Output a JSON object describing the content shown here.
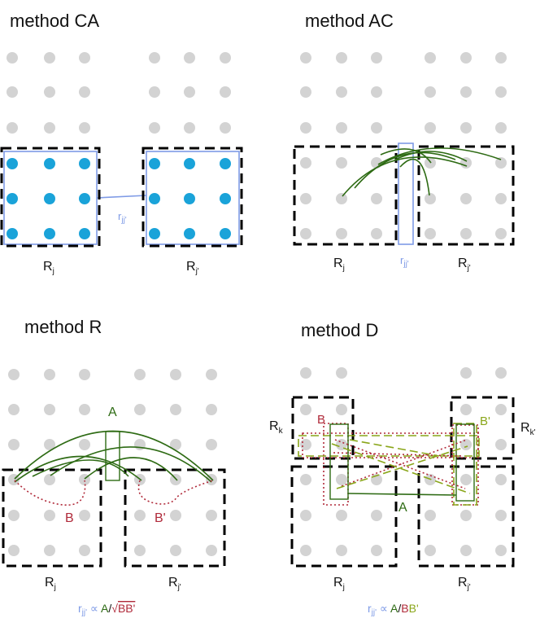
{
  "panels": {
    "ca": {
      "title": "method CA",
      "r_j": "R",
      "r_j_sub": "j",
      "r_jp": "R",
      "r_jp_sub": "j'",
      "link": "r",
      "link_sub": "jj'"
    },
    "ac": {
      "title": "method AC",
      "r_j": "R",
      "r_j_sub": "j",
      "r_jp": "R",
      "r_jp_sub": "j'",
      "link": "r",
      "link_sub": "jj'"
    },
    "r": {
      "title": "method R",
      "a": "A",
      "b": "B",
      "bp": "B'",
      "r_j": "R",
      "r_j_sub": "j",
      "r_jp": "R",
      "r_jp_sub": "j'",
      "formula": {
        "r": "r",
        "r_sub": "jj'",
        "prop": " ∝ ",
        "a": "A",
        "slash": "/",
        "sqrt": "√",
        "bb": "BB'"
      }
    },
    "d": {
      "title": "method D",
      "a": "A",
      "b": "B",
      "bp": "B'",
      "r_k": "R",
      "r_k_sub": "k",
      "r_kp": "R",
      "r_kp_sub": "k'",
      "r_j": "R",
      "r_j_sub": "j",
      "r_jp": "R",
      "r_jp_sub": "j'",
      "formula": {
        "r": "r",
        "r_sub": "jj'",
        "prop": " ∝ ",
        "a": "A",
        "slash": "/",
        "b": "B",
        "bp": "B'"
      }
    }
  },
  "colors": {
    "blue": "#7f9be6",
    "green": "#2e6b14",
    "red": "#b02a3a",
    "lime": "#8aa61a",
    "cyan": "#1aa3d9",
    "grey": "#d3d3d3"
  }
}
